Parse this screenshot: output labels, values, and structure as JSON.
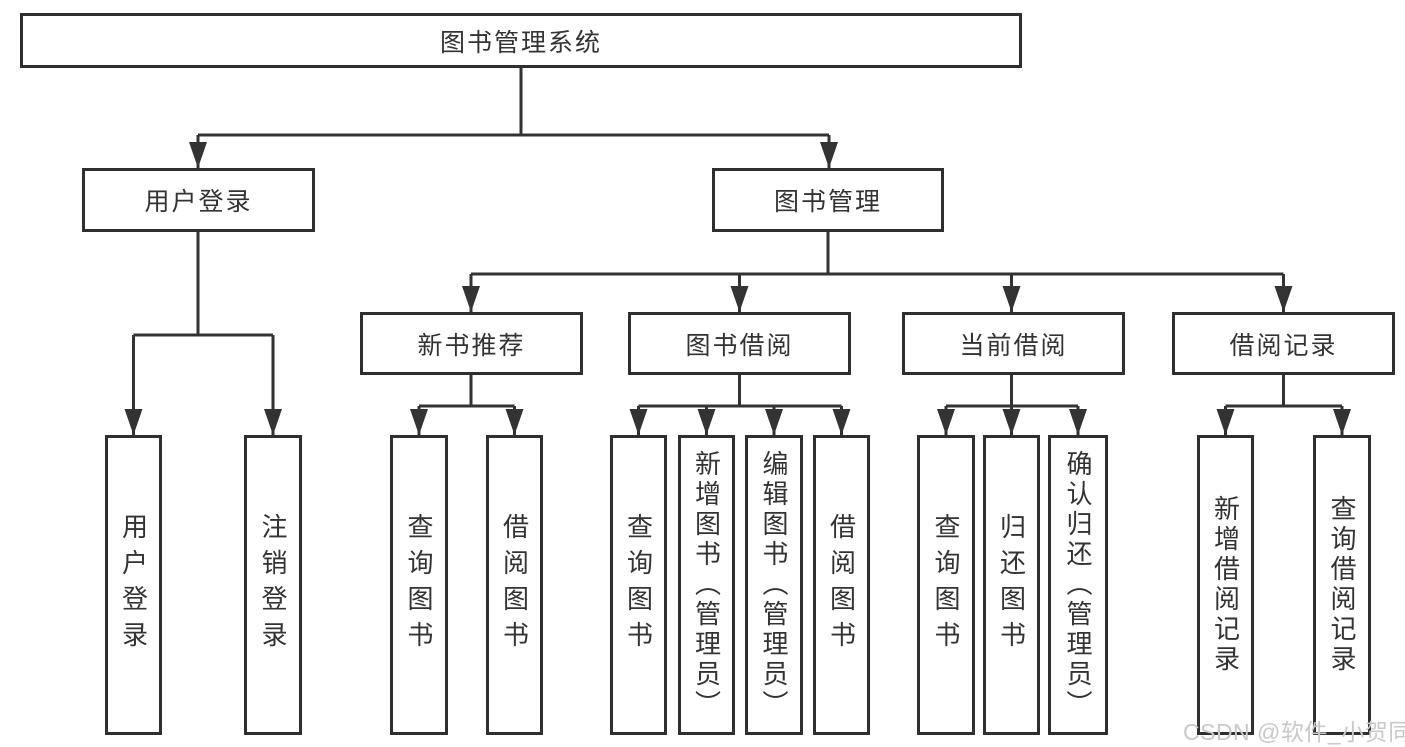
{
  "diagram_title": "图书管理系统",
  "nodes": {
    "root": "图书管理系统",
    "user_login": "用户登录",
    "book_mgmt": "图书管理",
    "new_book_rec": "新书推荐",
    "book_borrow": "图书借阅",
    "current_borrow": "当前借阅",
    "borrow_records": "借阅记录",
    "leaf_user_login": "用户登录",
    "leaf_logout": "注销登录",
    "leaf_query_book_1": "查询图书",
    "leaf_borrow_book_1": "借阅图书",
    "leaf_query_book_2": "查询图书",
    "leaf_add_book": "新增图书（管理员）",
    "leaf_edit_book": "编辑图书（管理员）",
    "leaf_borrow_book_2": "借阅图书",
    "leaf_query_book_3": "查询图书",
    "leaf_return_book": "归还图书",
    "leaf_confirm_return": "确认归还（管理员）",
    "leaf_add_borrow_record": "新增借阅记录",
    "leaf_query_borrow_record": "查询借阅记录"
  },
  "hierarchy": {
    "root": [
      "user_login",
      "book_mgmt"
    ],
    "user_login": [
      "leaf_user_login",
      "leaf_logout"
    ],
    "book_mgmt": [
      "new_book_rec",
      "book_borrow",
      "current_borrow",
      "borrow_records"
    ],
    "new_book_rec": [
      "leaf_query_book_1",
      "leaf_borrow_book_1"
    ],
    "book_borrow": [
      "leaf_query_book_2",
      "leaf_add_book",
      "leaf_edit_book",
      "leaf_borrow_book_2"
    ],
    "current_borrow": [
      "leaf_query_book_3",
      "leaf_return_book",
      "leaf_confirm_return"
    ],
    "borrow_records": [
      "leaf_add_borrow_record",
      "leaf_query_borrow_record"
    ]
  },
  "watermark": {
    "text": "CSDN @软件_小贺同学",
    "color": "#c9c9c9"
  },
  "colors": {
    "background": "#ffffff",
    "box_border": "#2f2f2f",
    "line": "#333333",
    "text": "#333333"
  }
}
